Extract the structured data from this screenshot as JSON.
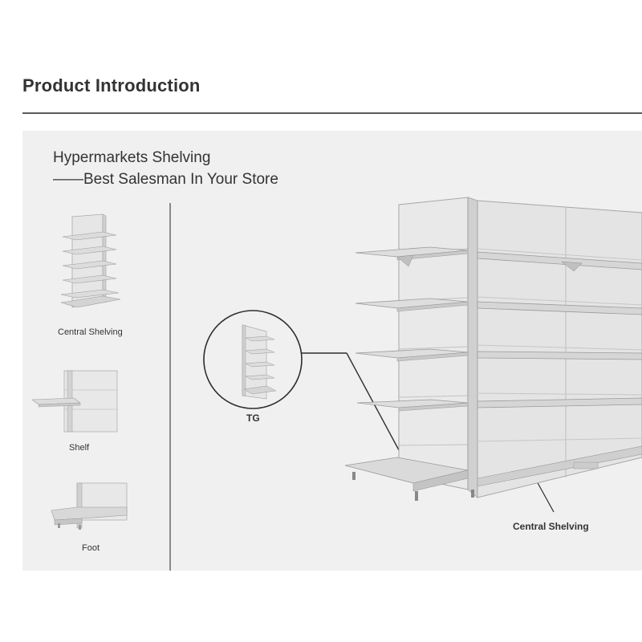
{
  "header": {
    "title": "Product Introduction"
  },
  "hero": {
    "title_line1": "Hypermarkets Shelving",
    "title_line2": "——Best Salesman In Your Store"
  },
  "thumbnails": [
    {
      "label": "Central Shelving"
    },
    {
      "label": "Shelf"
    },
    {
      "label": "Foot"
    }
  ],
  "callout": {
    "label": "TG"
  },
  "main_image": {
    "label": "Central Shelving"
  }
}
